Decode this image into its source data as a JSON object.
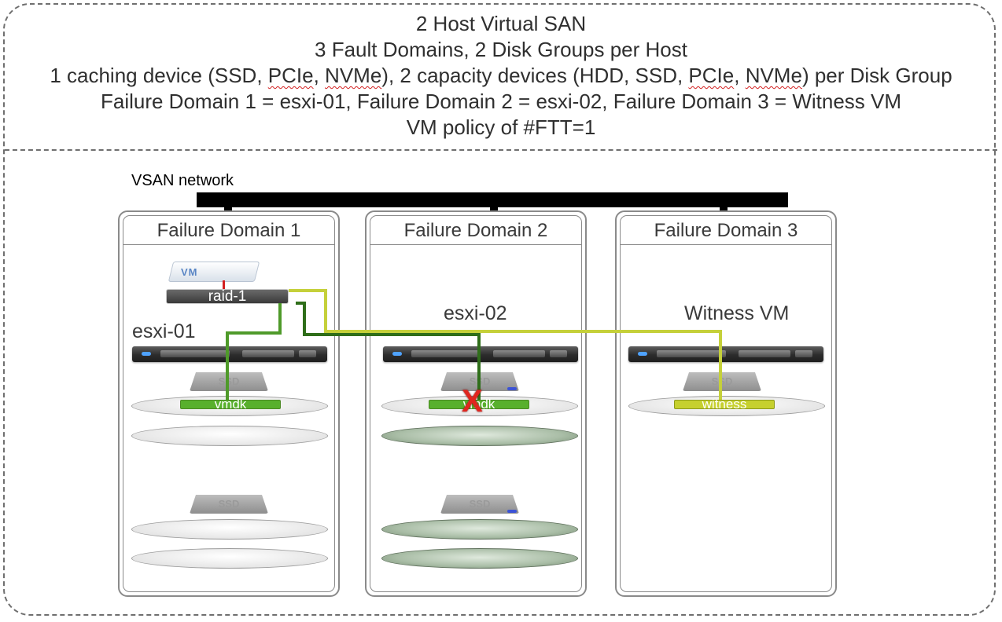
{
  "header": {
    "line1": "2 Host Virtual SAN",
    "line2": "3 Fault Domains, 2 Disk Groups per Host",
    "line3": "1 caching device (SSD, PCIe, NVMe), 2 capacity devices (HDD, SSD, PCIe, NVMe) per Disk Group",
    "line3_parts": [
      "1 caching device (SSD, ",
      "PCIe",
      ", ",
      "NVMe",
      "), 2 capacity devices (HDD, SSD, ",
      "PCIe",
      ", ",
      "NVMe",
      ") per Disk Group"
    ],
    "line4": "Failure Domain 1 = esxi-01, Failure Domain 2 = esxi-02, Failure Domain 3 = Witness VM",
    "line5": "VM policy of #FTT=1"
  },
  "network": {
    "label": "VSAN network"
  },
  "domains": [
    {
      "title": "Failure Domain 1",
      "host": "esxi-01"
    },
    {
      "title": "Failure Domain 2",
      "host": "esxi-02"
    },
    {
      "title": "Failure Domain 3",
      "host": "Witness VM"
    }
  ],
  "vm": {
    "logo": "VM",
    "raid_label": "raid-1"
  },
  "components": {
    "vmdk_1": "vmdk",
    "vmdk_2": "vmdk",
    "witness": "witness"
  },
  "cache_device_label": "SSD",
  "failure_marker": "X",
  "colors": {
    "vmdk_link": "#4f9a2a",
    "vmdk_link_dark": "#2f6e1a",
    "witness_link": "#c5d03a",
    "failure": "#e0261f",
    "failed_disk": "#a9bda6"
  }
}
